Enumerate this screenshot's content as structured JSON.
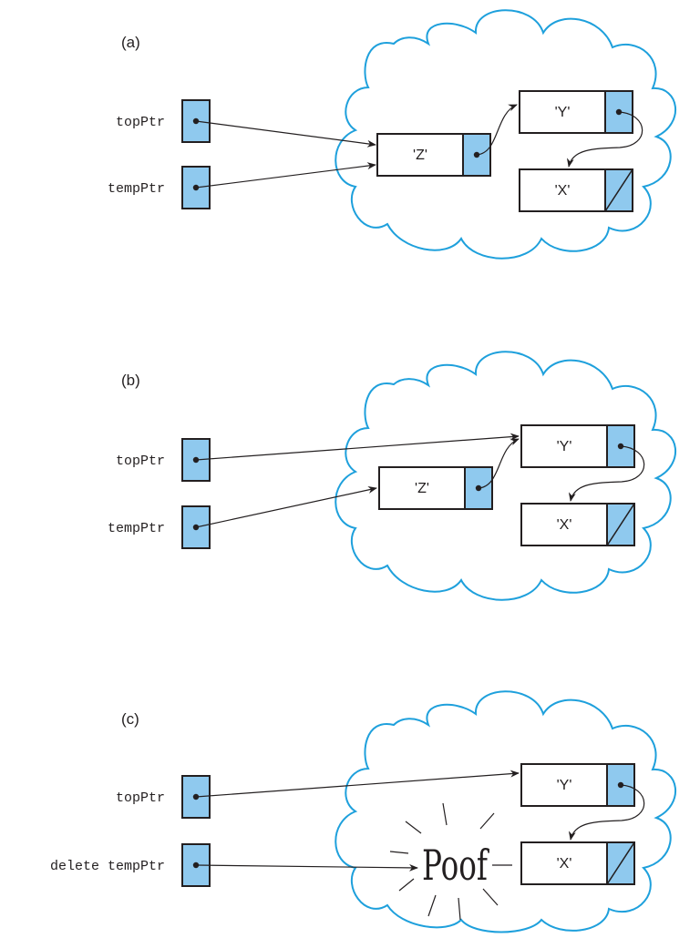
{
  "panels": [
    {
      "label": "(a)",
      "pointers": [
        "topPtr",
        "tempPtr"
      ],
      "nodes": {
        "z": "'Z'",
        "y": "'Y'",
        "x": "'X'"
      }
    },
    {
      "label": "(b)",
      "pointers": [
        "topPtr",
        "tempPtr"
      ],
      "nodes": {
        "z": "'Z'",
        "y": "'Y'",
        "x": "'X'"
      }
    },
    {
      "label": "(c)",
      "pointers": [
        "topPtr",
        "delete tempPtr"
      ],
      "nodes": {
        "y": "'Y'",
        "x": "'X'"
      },
      "poof": "Poof"
    }
  ],
  "colors": {
    "cloud": "#1ea0dc",
    "pointer_fill": "#8fc9ee",
    "line": "#231f20"
  }
}
